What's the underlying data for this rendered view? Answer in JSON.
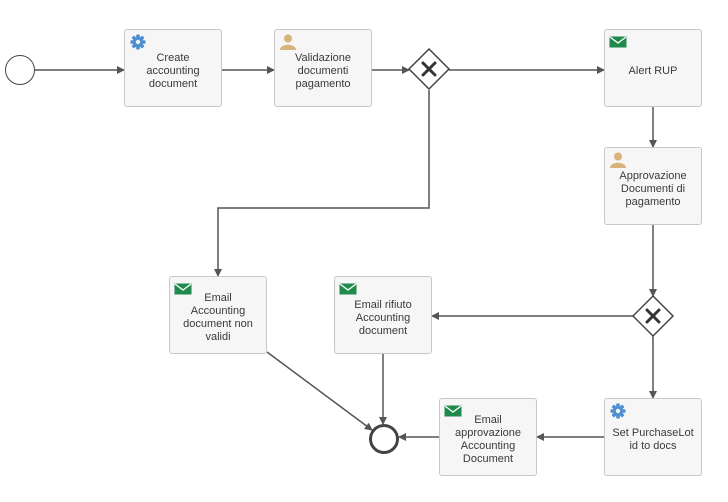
{
  "diagram": {
    "colors": {
      "stroke": "#555555",
      "task_fill": "#f6f6f6",
      "task_border": "#c8c8c8",
      "service_icon": "#4d8ed1",
      "user_icon": "#d9b47a",
      "mail_icon": "#1f8a4c"
    },
    "tasks": {
      "create_accounting": {
        "label": "Create accounting document",
        "icon": "gear-icon"
      },
      "validazione": {
        "label": "Validazione documenti pagamento",
        "icon": "user-icon"
      },
      "alert_rup": {
        "label": "Alert RUP",
        "icon": "envelope-icon"
      },
      "approvazione": {
        "label": "Approvazione Documenti di pagamento",
        "icon": "user-icon"
      },
      "email_non_validi": {
        "label": "Email Accounting document non validi",
        "icon": "envelope-icon"
      },
      "email_rifiuto": {
        "label": "Email rifiuto Accounting document",
        "icon": "envelope-icon"
      },
      "email_approvazione": {
        "label": "Email approvazione Accounting Document",
        "icon": "envelope-icon"
      },
      "set_purchase_lot": {
        "label": "Set PurchaseLot id to docs",
        "icon": "gear-icon"
      }
    },
    "gateways": {
      "gateway_1": {
        "icon": "x-icon"
      },
      "gateway_2": {
        "icon": "x-icon"
      }
    },
    "events": {
      "start": {
        "type": "start"
      },
      "end": {
        "type": "end"
      }
    }
  }
}
